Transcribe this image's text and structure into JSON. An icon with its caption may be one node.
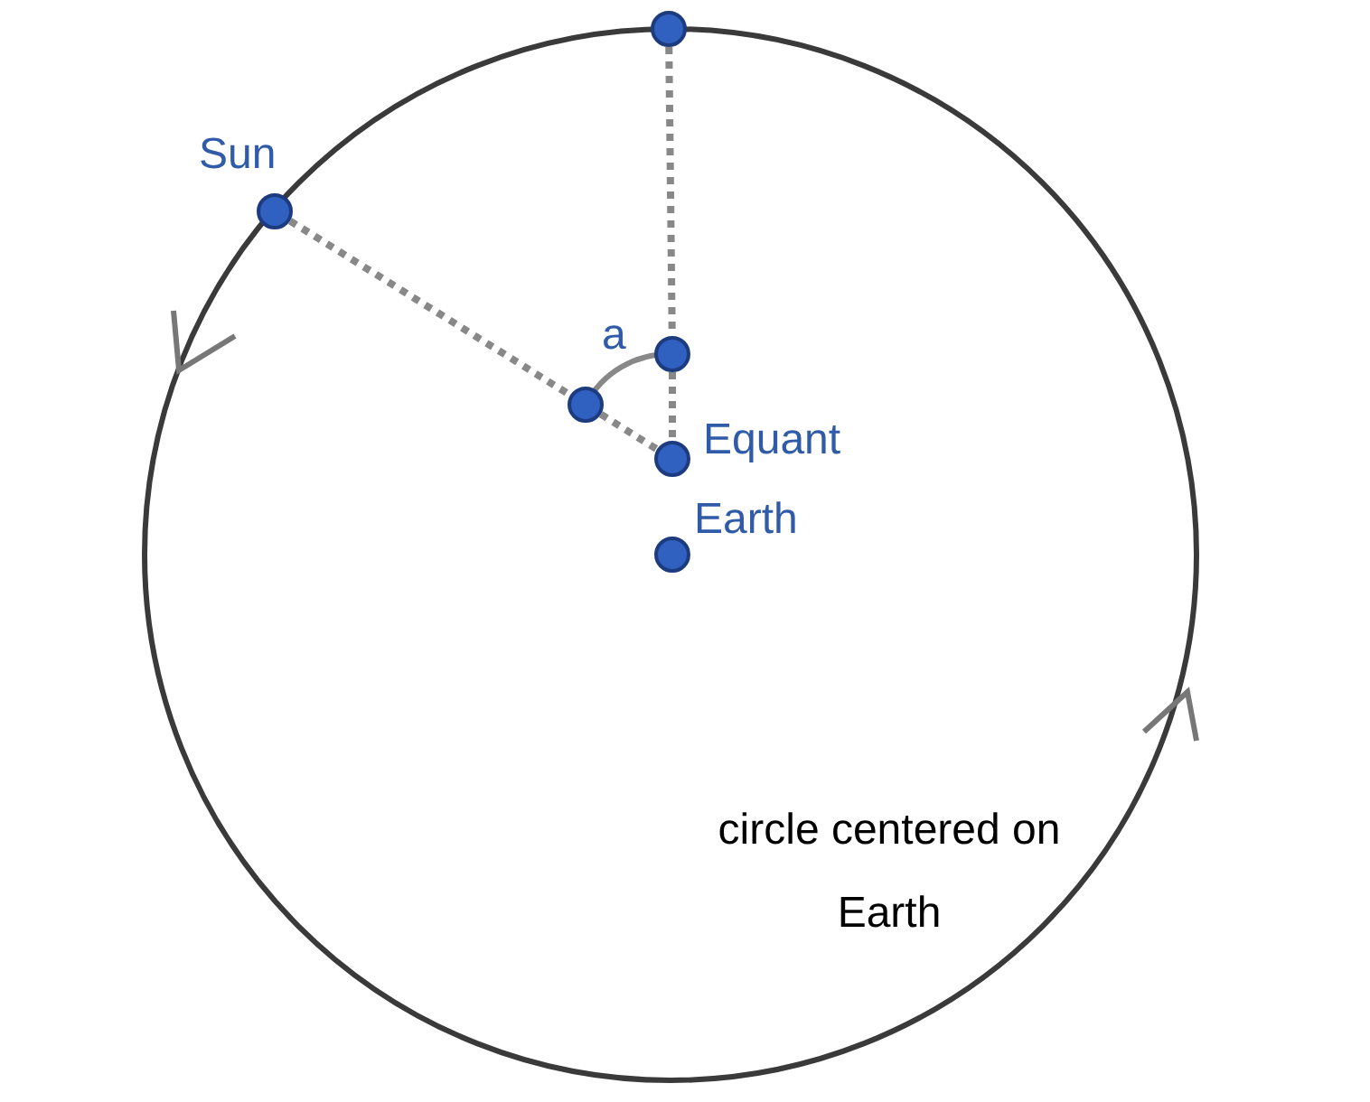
{
  "diagram": {
    "nodes": [
      {
        "text": [],
        "shape": "circle"
      },
      {
        "text": [],
        "shape": "circle",
        "beside": [
          "Sun"
        ]
      },
      {
        "text": [],
        "shape": "circle"
      },
      {
        "text": [],
        "shape": "circle"
      },
      {
        "text": [],
        "shape": "circle",
        "beside": [
          "Equant"
        ]
      },
      {
        "text": [],
        "shape": "circle",
        "beside": [
          "Earth"
        ]
      }
    ],
    "edges": [
      {
        "from": 1,
        "to": 3,
        "arrow": "none",
        "style": "dashed"
      },
      {
        "from": 3,
        "to": 4,
        "arrow": "none",
        "style": "dashed"
      },
      {
        "from": 0,
        "to": 2,
        "arrow": "none",
        "style": "dashed"
      },
      {
        "from": 2,
        "to": 4,
        "arrow": "none",
        "style": "dashed"
      }
    ],
    "labels": [
      "a",
      "circle centered on Earth"
    ]
  }
}
